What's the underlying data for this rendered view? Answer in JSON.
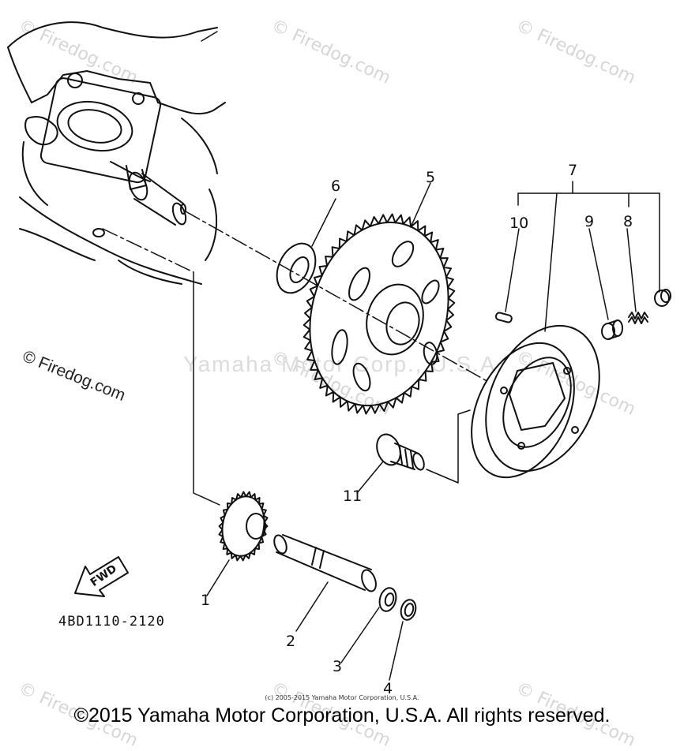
{
  "watermarks": {
    "site": "© Firedog.com",
    "owner": "Yamaha Motor Corp., U.S.A."
  },
  "callouts": {
    "c1": "1",
    "c2": "2",
    "c3": "3",
    "c4": "4",
    "c5": "5",
    "c6": "6",
    "c7": "7",
    "c8": "8",
    "c9": "9",
    "c10": "10",
    "c11": "11"
  },
  "arrow_label": "FWD",
  "diagram_code": "4BD1110-2120",
  "small_copyright": "(c) 2005-2015 Yamaha Motor Corporation, U.S.A.",
  "copyright": "©2015 Yamaha Motor Corporation, U.S.A. All rights reserved."
}
